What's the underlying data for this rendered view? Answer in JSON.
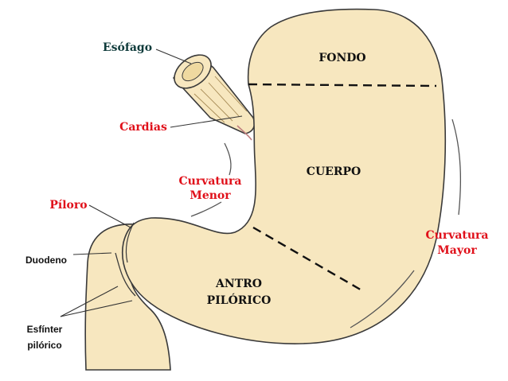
{
  "diagram": {
    "colors": {
      "tissue": "#f7e7bf",
      "outline": "#3a3a3a",
      "label_dark": "#0f3b3b",
      "label_red": "#e0101a",
      "label_black": "#111111"
    },
    "regions": {
      "fondo": "FONDO",
      "cuerpo": "CUERPO",
      "antro_line1": "ANTRO",
      "antro_line2": "PILÓRICO"
    },
    "labels": {
      "esofago": "Esófago",
      "cardias": "Cardias",
      "curvatura_menor_line1": "Curvatura",
      "curvatura_menor_line2": "Menor",
      "piloro": "Píloro",
      "duodeno": "Duodeno",
      "esfinter_line1": "Esfínter",
      "esfinter_line2": "pilórico",
      "curvatura_mayor_line1": "Curvatura",
      "curvatura_mayor_line2": "Mayor"
    }
  }
}
